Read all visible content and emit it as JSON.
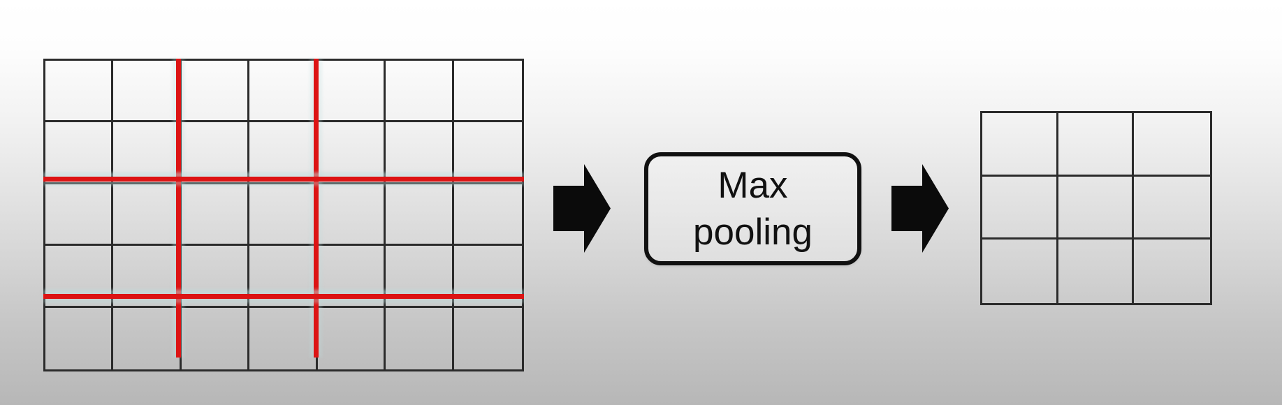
{
  "diagram": {
    "type": "max-pooling-illustration",
    "operation": {
      "label": "Max pooling",
      "label_lines": [
        "Max",
        "pooling"
      ]
    },
    "input_grid": {
      "columns": 7,
      "rows": 5,
      "pooling_dividers": {
        "vertical_after_columns": [
          2,
          4
        ],
        "horizontal_after_rows": [
          2,
          4
        ]
      }
    },
    "output_grid": {
      "columns": 3,
      "rows": 3
    },
    "icons": {
      "arrow_1": "right-arrow-icon",
      "arrow_2": "right-arrow-icon"
    },
    "colors": {
      "pooling_divider": "#dc1414",
      "grid_line": "#2b2b2b",
      "arrow": "#0b0b0b",
      "box_border": "#111111",
      "text": "#111111"
    }
  }
}
